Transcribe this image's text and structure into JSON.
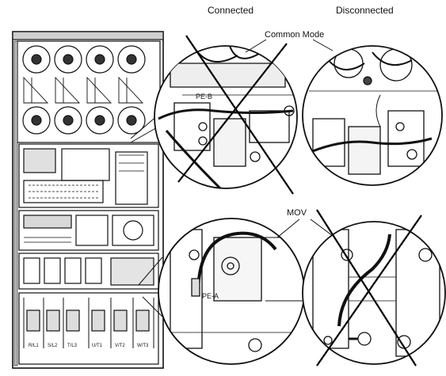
{
  "labels": {
    "connected": "Connected",
    "disconnected": "Disconnected",
    "common_mode": "Common Mode",
    "mov": "MOV",
    "pe_b": "PE-B",
    "pe_a": "PE-A"
  },
  "terminals": [
    "R/L1",
    "S/L2",
    "T/L3",
    "U/T1",
    "V/T2",
    "W/T3"
  ],
  "colors": {
    "line": "#111111",
    "fill": "#ffffff",
    "shade": "#d8d8d8"
  }
}
